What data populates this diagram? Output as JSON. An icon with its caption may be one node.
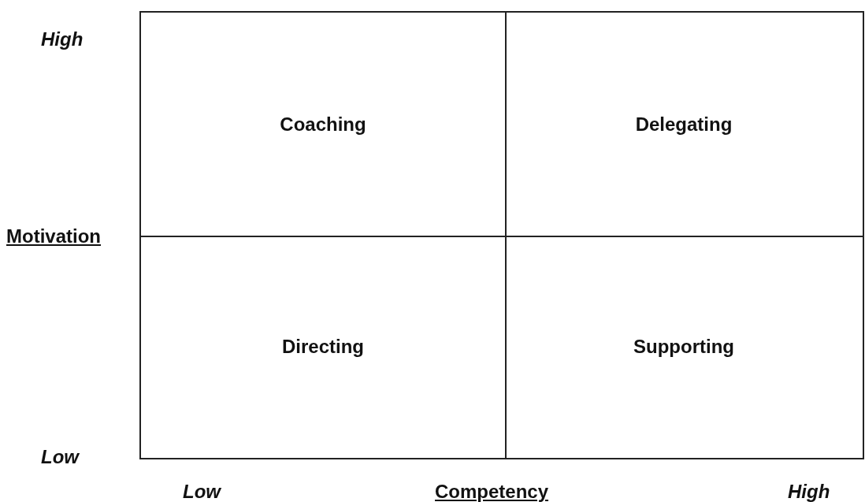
{
  "diagram": {
    "nodes": [
      {
        "text": [
          "Coaching"
        ]
      },
      {
        "text": [
          "Delegating"
        ]
      },
      {
        "text": [
          "Directing"
        ]
      },
      {
        "text": [
          "Supporting"
        ]
      }
    ],
    "labels": [
      "High",
      "Motivation",
      "Low",
      "Low",
      "Competency",
      "High"
    ]
  }
}
